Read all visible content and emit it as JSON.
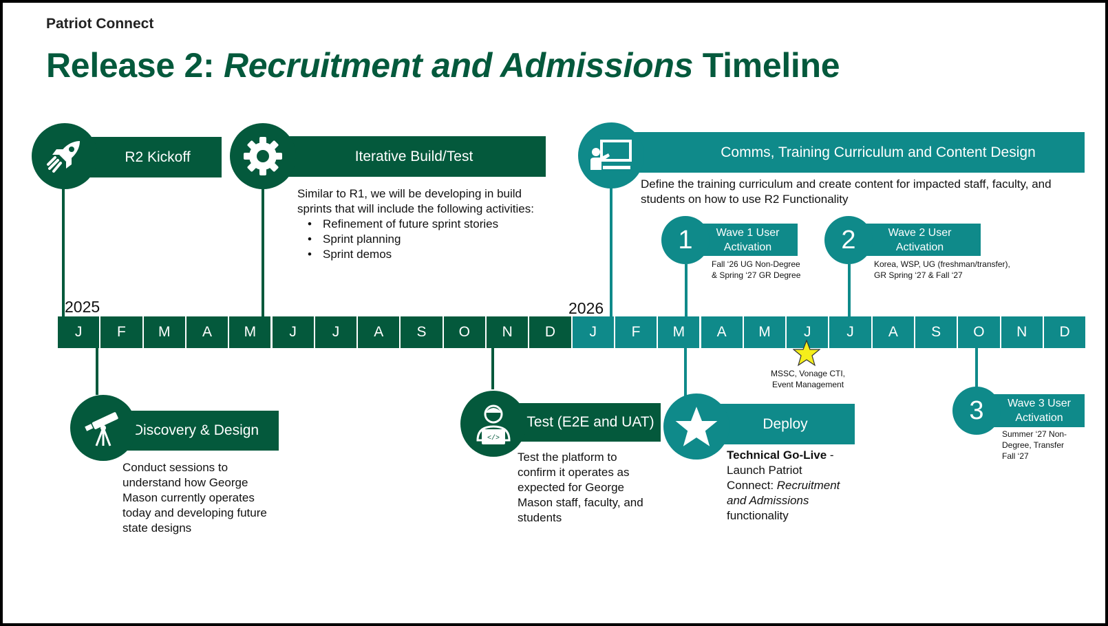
{
  "brand": "Patriot Connect",
  "title": {
    "part1": "Release 2: ",
    "part2": "Recruitment and Admissions",
    "part3": " Timeline"
  },
  "years": [
    "2025",
    "2026"
  ],
  "months_2025": [
    "J",
    "F",
    "M",
    "A",
    "M",
    "J",
    "J",
    "A",
    "S",
    "O",
    "N",
    "D"
  ],
  "months_2026": [
    "J",
    "F",
    "M",
    "A",
    "M",
    "J",
    "J",
    "A",
    "S",
    "O",
    "N",
    "D"
  ],
  "milestones": {
    "kickoff": {
      "label": "R2 Kickoff",
      "icon": "rocket-icon"
    },
    "build": {
      "label": "Iterative Build/Test",
      "icon": "gear-icon",
      "desc": "Similar to R1, we will be developing in build sprints that will include the following activities:",
      "bullets": [
        "Refinement of future sprint stories",
        "Sprint planning",
        "Sprint demos"
      ]
    },
    "comms": {
      "label": "Comms, Training Curriculum and Content Design",
      "icon": "presentation-icon",
      "desc": "Define the training curriculum and create content for impacted staff, faculty, and students on how to use R2 Functionality"
    },
    "discovery": {
      "label": "Discovery & Design",
      "icon": "telescope-icon",
      "desc": "Conduct sessions to understand how George Mason currently operates today and developing future state designs"
    },
    "test": {
      "label": "Test (E2E and UAT)",
      "icon": "developer-icon",
      "desc": "Test the platform to confirm it operates as expected for George Mason staff, faculty, and students"
    },
    "deploy": {
      "label": "Deploy",
      "icon": "star-icon",
      "desc_bold": "Technical Go-Live",
      "desc_rest": " - Launch Patriot Connect: ",
      "desc_italic": "Recruitment and Admissions",
      "desc_end": " functionality"
    },
    "wave1": {
      "number": "1",
      "label_line1": "Wave 1 User",
      "label_line2": "Activation",
      "note_line1": "Fall ‘26 UG Non-Degree",
      "note_line2": "& Spring ‘27 GR Degree"
    },
    "wave2": {
      "number": "2",
      "label_line1": "Wave 2 User",
      "label_line2": "Activation",
      "note_line1": "Korea, WSP, UG (freshman/transfer),",
      "note_line2": "GR Spring ‘27 & Fall ‘27"
    },
    "wave3": {
      "number": "3",
      "label_line1": "Wave 3 User",
      "label_line2": "Activation",
      "note_line1": "Summer ‘27 Non-",
      "note_line2": "Degree, Transfer",
      "note_line3": "Fall ‘27"
    },
    "star_note": {
      "line1": "MSSC, Vonage CTI,",
      "line2": "Event Management",
      "color": "#f5ee1b"
    }
  },
  "colors": {
    "dark_green": "#04593c",
    "teal": "#0f8a8a"
  }
}
